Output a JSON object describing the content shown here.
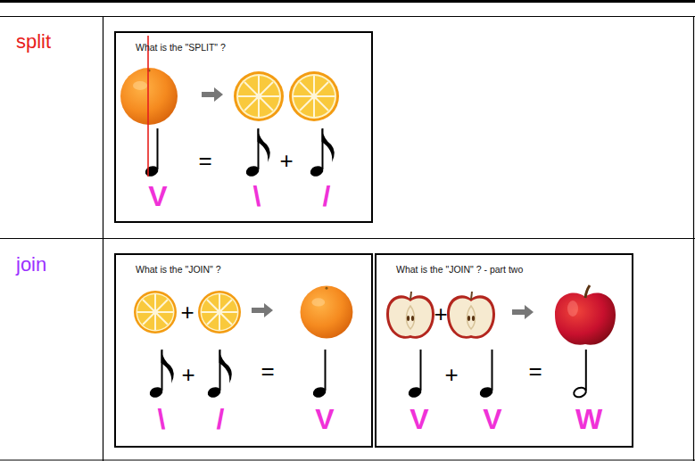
{
  "diagram": {
    "nodes": [
      {
        "text": [
          "split"
        ]
      },
      {
        "text": [
          "What is the \"SPLIT\" ?"
        ]
      },
      {
        "text": [
          "join"
        ]
      },
      {
        "text": [
          "What is the \"JOIN\" ?"
        ]
      },
      {
        "text": [
          "What is the \"JOIN\" ? - part two"
        ]
      }
    ],
    "labels": [
      "=",
      "+",
      "V",
      "\\",
      "/",
      "+",
      "+",
      "=",
      "\\",
      "/",
      "V",
      "+",
      "+",
      "=",
      "V",
      "V",
      "W"
    ]
  }
}
